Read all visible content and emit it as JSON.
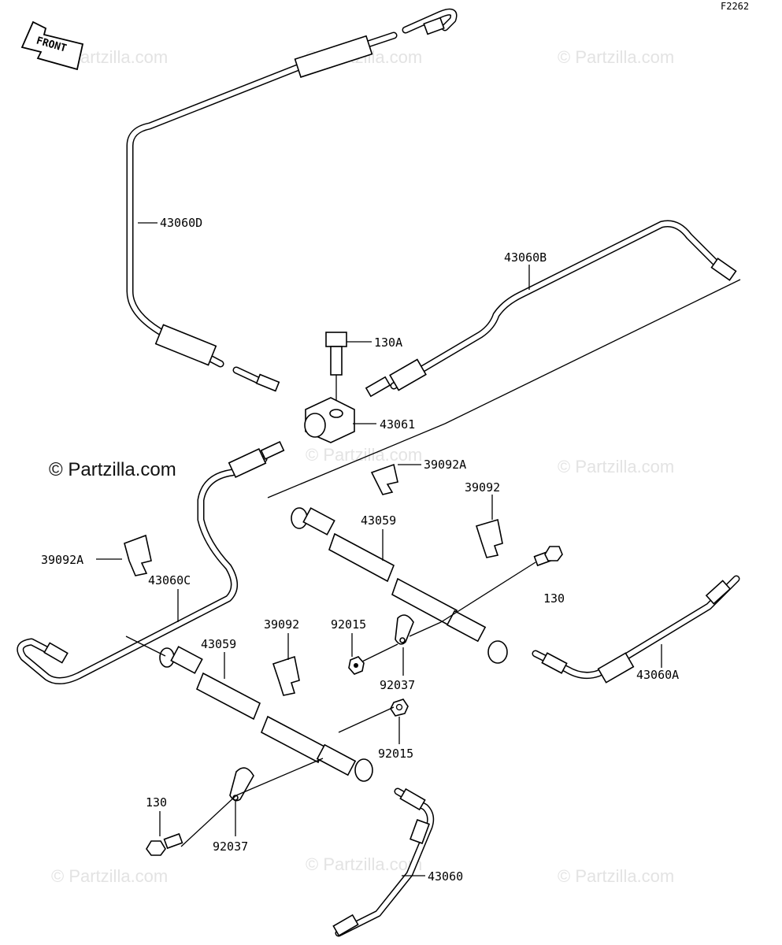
{
  "figure_code": "F2262",
  "front_label": "FRONT",
  "watermark_main": "© Partzilla.com",
  "watermark_faint": "© Partzilla.com",
  "labels": {
    "l_43060D": "43060D",
    "l_43060B": "43060B",
    "l_130A": "130A",
    "l_43061": "43061",
    "l_39092A_top": "39092A",
    "l_39092_right": "39092",
    "l_43059_upper": "43059",
    "l_39092A_left": "39092A",
    "l_43060C": "43060C",
    "l_130_right": "130",
    "l_92015_upper": "92015",
    "l_39092_mid": "39092",
    "l_43059_lower": "43059",
    "l_92037_upper": "92037",
    "l_43060A": "43060A",
    "l_92015_lower": "92015",
    "l_130_left": "130",
    "l_92037_lower": "92037",
    "l_43060": "43060"
  }
}
